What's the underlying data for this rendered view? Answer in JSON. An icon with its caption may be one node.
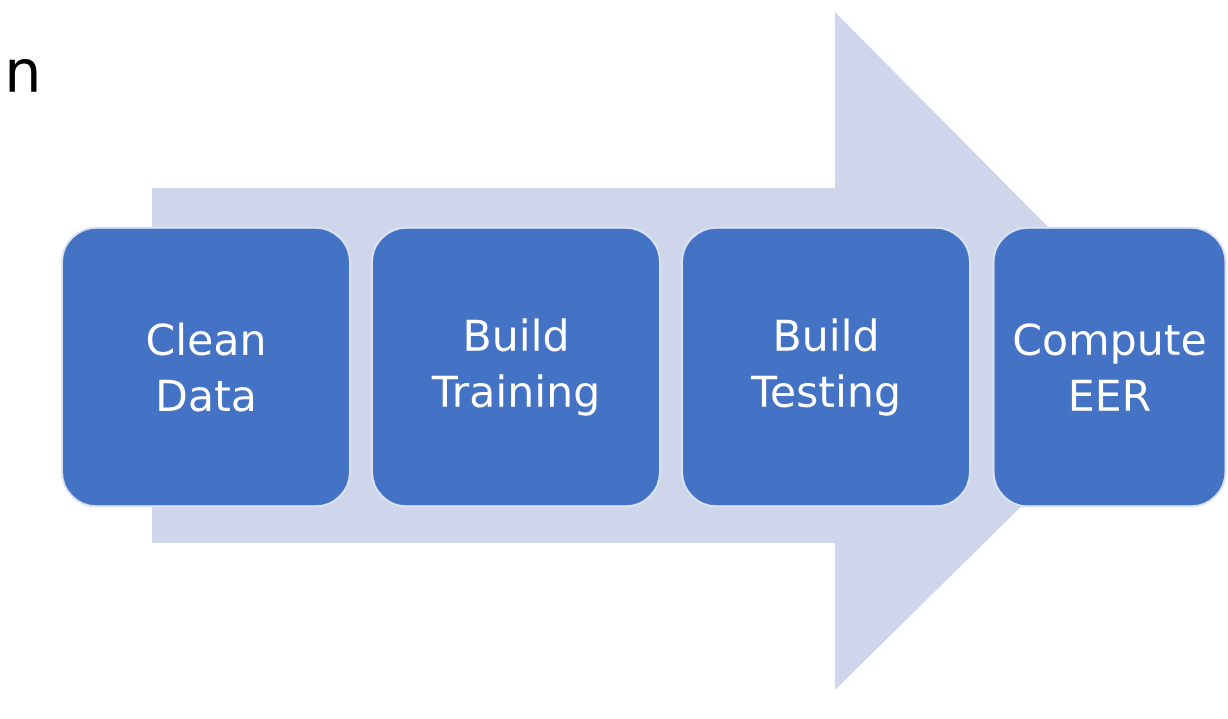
{
  "diagram": {
    "nodes": [
      {
        "text": [
          "Clean Data"
        ]
      },
      {
        "text": [
          "Build Training"
        ]
      },
      {
        "text": [
          "Build Testing"
        ]
      },
      {
        "text": [
          "Compute EER"
        ]
      }
    ],
    "edges": [
      {
        "from": 0,
        "to": 3,
        "arrow": "to"
      }
    ],
    "labels": [
      "n"
    ]
  }
}
